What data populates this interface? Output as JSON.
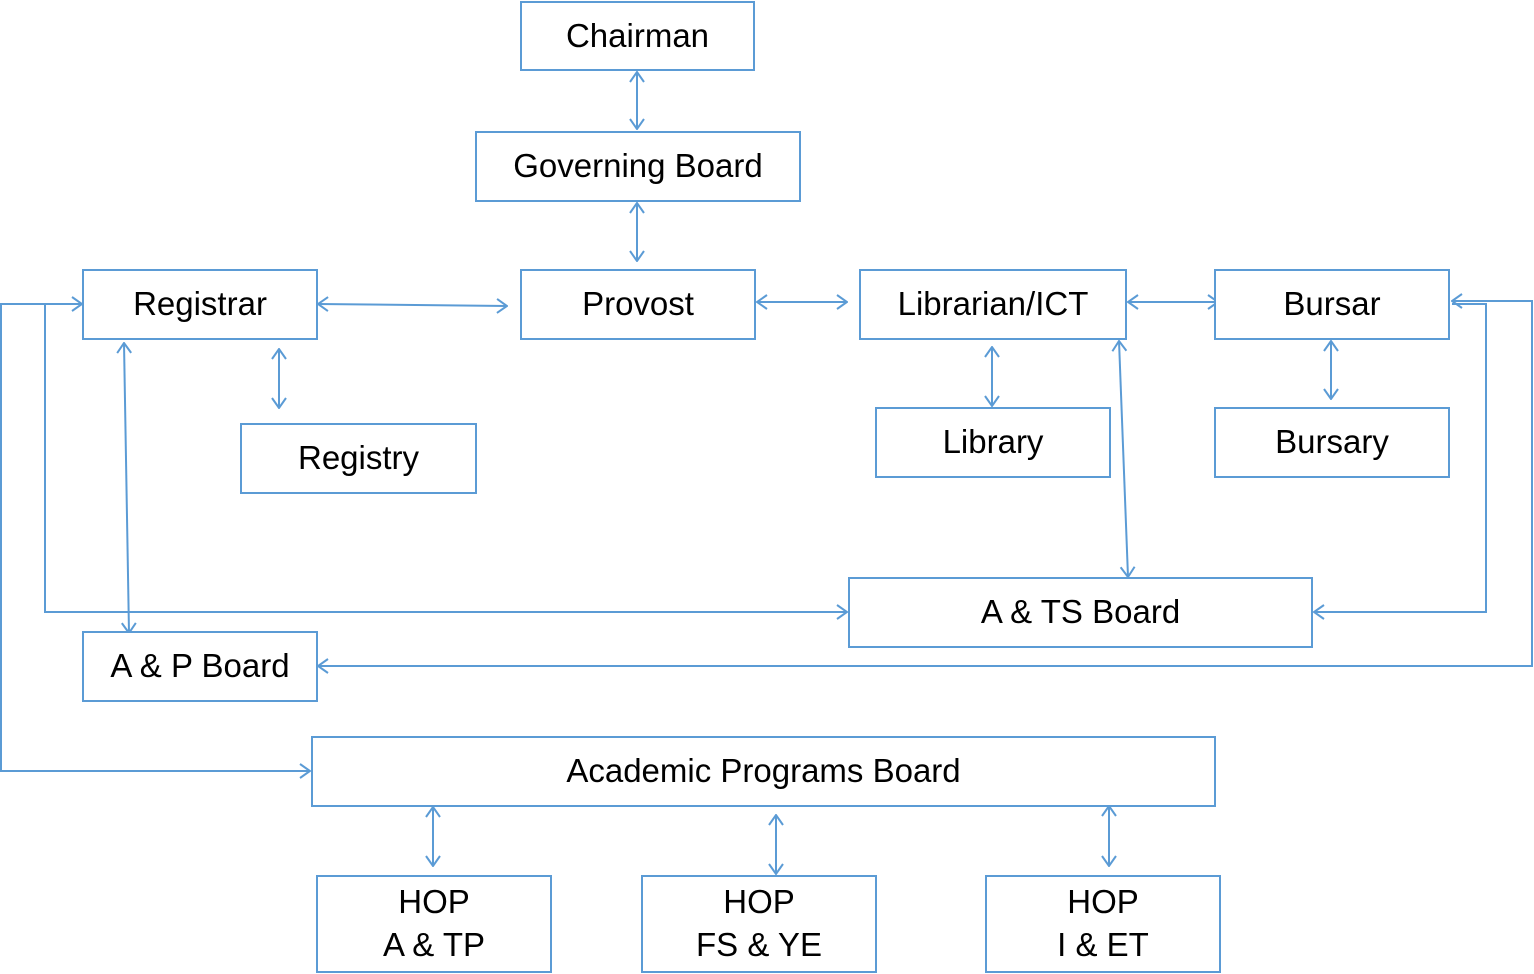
{
  "colors": {
    "line": "#5b9bd5",
    "text": "#000000",
    "background": "#ffffff"
  },
  "nodes": {
    "chairman": "Chairman",
    "governing_board": "Governing Board",
    "registrar": "Registrar",
    "provost": "Provost",
    "librarian_ict": "Librarian/ICT",
    "bursar": "Bursar",
    "registry": "Registry",
    "library": "Library",
    "bursary": "Bursary",
    "ats_board": "A & TS Board",
    "ap_board": "A & P Board",
    "academic_programs_board": "Academic Programs Board",
    "hop_atp": {
      "line1": "HOP",
      "line2": "A & TP"
    },
    "hop_fsye": {
      "line1": "HOP",
      "line2": "FS & YE"
    },
    "hop_iet": {
      "line1": "HOP",
      "line2": "I & ET"
    }
  }
}
